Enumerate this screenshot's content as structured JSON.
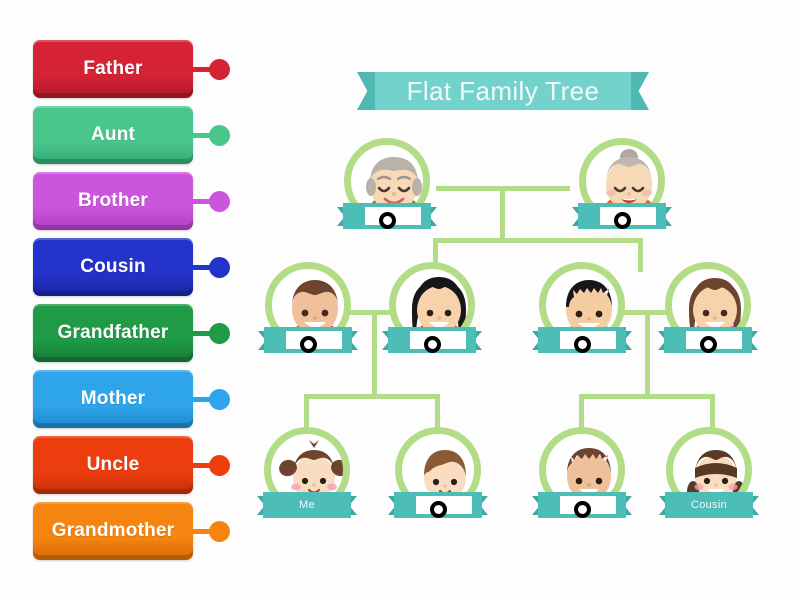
{
  "page": {
    "background": "#fdfdfd",
    "title": "Flat Family Tree"
  },
  "title_ribbon": {
    "text": "Flat Family Tree",
    "band_color": "#74d2cd",
    "tail_color": "#4fb8b3",
    "text_color": "#f2fbfa"
  },
  "label_bank": {
    "name": "draggable-label-bank",
    "items": [
      {
        "label": "Father",
        "color": "#d62235",
        "shade": "#b01828",
        "knob": "#d62235"
      },
      {
        "label": "Aunt",
        "color": "#48c68c",
        "shade": "#33a873",
        "knob": "#48c68c"
      },
      {
        "label": "Brother",
        "color": "#cc55dd",
        "shade": "#ae3dc0",
        "knob": "#cc55dd"
      },
      {
        "label": "Cousin",
        "color": "#2332c8",
        "shade": "#1a25a0",
        "knob": "#2332c8"
      },
      {
        "label": "Grandfather",
        "color": "#1f9b46",
        "shade": "#157a35",
        "knob": "#1f9b46"
      },
      {
        "label": "Mother",
        "color": "#2ea5ea",
        "shade": "#1e86c6",
        "knob": "#2ea5ea"
      },
      {
        "label": "Uncle",
        "color": "#ec3d0e",
        "shade": "#c42f08",
        "knob": "#ec3d0e"
      },
      {
        "label": "Grandmother",
        "color": "#f58410",
        "shade": "#d56c06",
        "knob": "#f58410"
      }
    ]
  },
  "tree": {
    "ring_color": "#b2dd86",
    "connector_color": "#b2dd86",
    "ribbon_band_color": "#4cbdb7",
    "ribbon_tail_color": "#3fa8a3",
    "rows": [
      {
        "name": "grandparents-row",
        "nodes": [
          {
            "id": "grandfather-node",
            "avatar": "elderly-man-avatar",
            "label": "",
            "filled": false
          },
          {
            "id": "grandmother-node",
            "avatar": "elderly-woman-avatar",
            "label": "",
            "filled": false
          }
        ]
      },
      {
        "name": "parents-row",
        "nodes": [
          {
            "id": "uncle-node",
            "avatar": "adult-man-brown-hair-avatar",
            "label": "",
            "filled": false
          },
          {
            "id": "aunt-node",
            "avatar": "adult-woman-black-hair-avatar",
            "label": "",
            "filled": false
          },
          {
            "id": "father-node",
            "avatar": "adult-man-black-hair-avatar",
            "label": "",
            "filled": false
          },
          {
            "id": "mother-node",
            "avatar": "adult-woman-brown-hair-avatar",
            "label": "",
            "filled": false
          }
        ]
      },
      {
        "name": "children-row",
        "nodes": [
          {
            "id": "cousin-girl-node",
            "avatar": "girl-pigtails-avatar",
            "label": "Me",
            "filled": true
          },
          {
            "id": "cousin-boy-node",
            "avatar": "boy-brown-hair-avatar",
            "label": "",
            "filled": false
          },
          {
            "id": "brother-node",
            "avatar": "boy-blue-shirt-avatar",
            "label": "",
            "filled": false
          },
          {
            "id": "cousin-node",
            "avatar": "girl-braids-avatar",
            "label": "Cousin",
            "filled": true
          }
        ]
      }
    ]
  }
}
